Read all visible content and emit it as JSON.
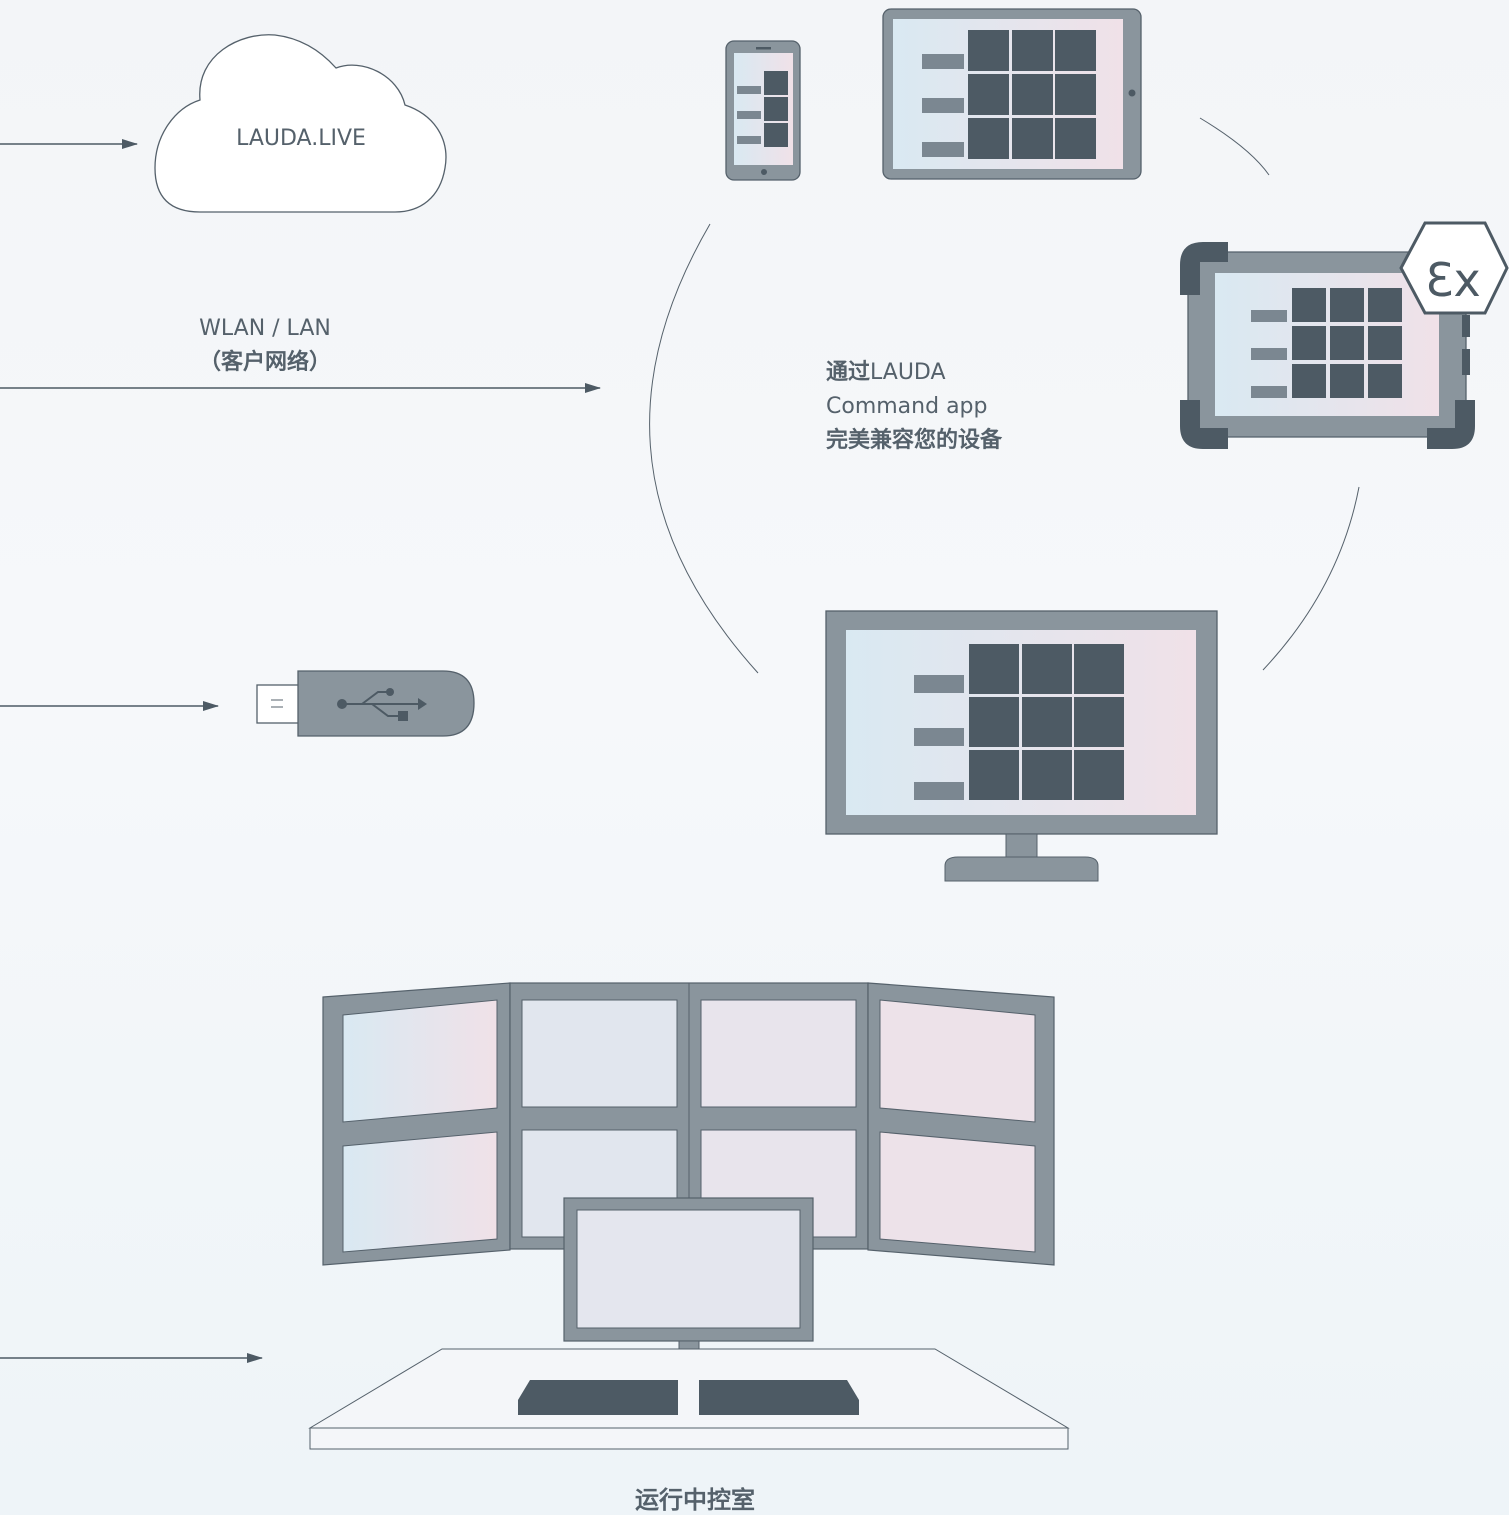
{
  "cloud": {
    "label": "LAUDA.LIVE"
  },
  "network": {
    "label_line1": "WLAN / LAN",
    "label_line2": "（客户网络）"
  },
  "app_caption": {
    "bold_prefix": "通过",
    "brand": "LAUDA",
    "line2": "Command app",
    "line3": "完美兼容您的设备"
  },
  "control_room": {
    "label": "运行中控室"
  },
  "ex_badge": {
    "text": "Ɛx"
  },
  "colors": {
    "frame": "#8a959d",
    "dark_tile": "#4d5a64",
    "line": "#55616b",
    "screen_left": "#d9e9f2",
    "screen_right": "#f0e1e8"
  }
}
